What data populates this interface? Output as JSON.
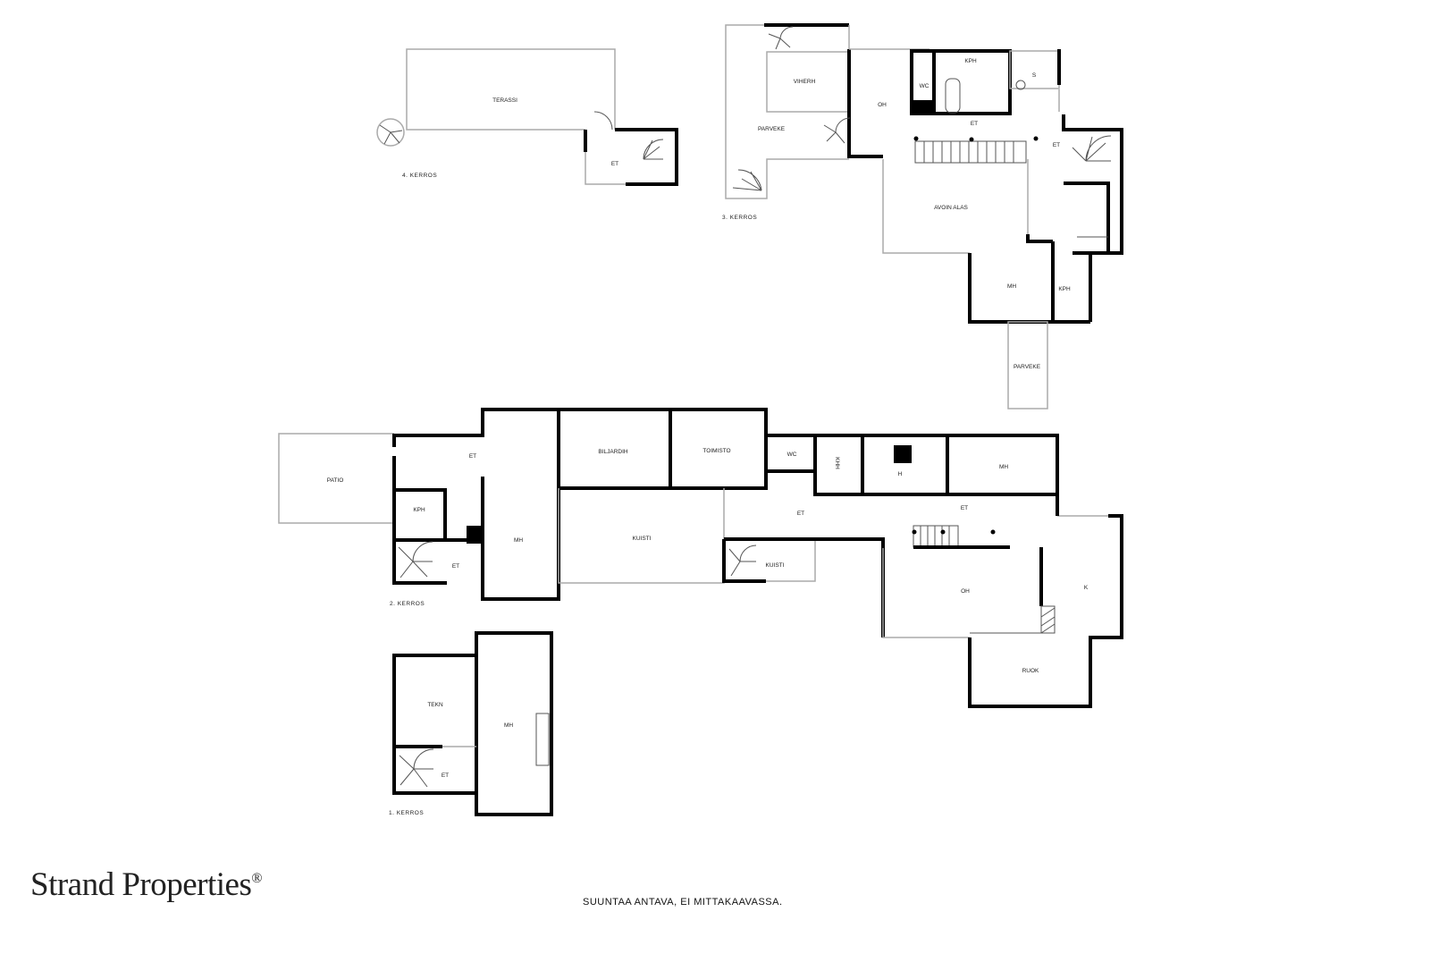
{
  "brand": {
    "name": "Strand Properties",
    "mark": "®"
  },
  "note": "SUUNTAA ANTAVA, EI MITTAKAAVASSA.",
  "floors": {
    "f4": {
      "title": "4. KERROS",
      "rooms": [
        "TERASSI",
        "ET"
      ]
    },
    "f3": {
      "title": "3. KERROS",
      "rooms": [
        "VIHERH",
        "PARVEKE",
        "OH",
        "KPH",
        "WC",
        "S",
        "ET",
        "ET",
        "AVOIN ALAS",
        "MH",
        "KPH",
        "PARVEKE"
      ]
    },
    "f2": {
      "title": "2. KERROS",
      "rooms": [
        "PATIO",
        "ET",
        "KPH",
        "ET",
        "MH",
        "BILJARDIH",
        "TOIMISTO",
        "KUISTI",
        "KUISTI",
        "WC",
        "KHH",
        "H",
        "MH",
        "ET",
        "ET",
        "OH",
        "K",
        "RUOK"
      ]
    },
    "f1": {
      "title": "1. KERROS",
      "rooms": [
        "TEKN",
        "MH",
        "ET"
      ]
    }
  }
}
